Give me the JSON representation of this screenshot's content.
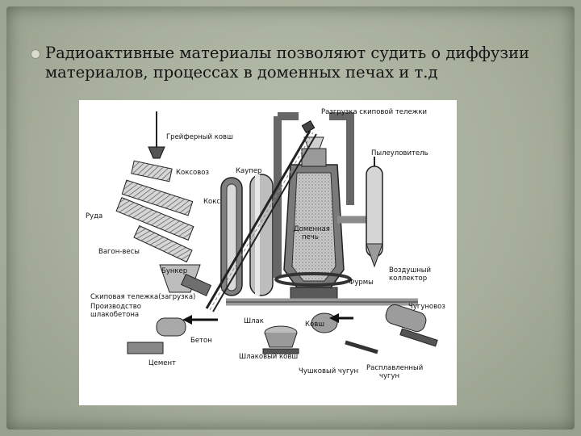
{
  "slide": {
    "bullet_text": "Радиоактивные материалы позволяют судить о диффузии материалов, процессах в доменных печах и т.д"
  },
  "diagram": {
    "labels": {
      "skip_unload": "Разгрузка скиповой тележки",
      "grab_bucket": "Грейферный ковш",
      "coke_car": "Коксовоз",
      "cowper": "Каупер",
      "dust_catcher": "Пылеуловитель",
      "coke": "Кокс",
      "ore": "Руда",
      "blast_furnace_1": "Доменная",
      "blast_furnace_2": "печь",
      "weigh_car": "Вагон-весы",
      "bunker": "Бункер",
      "air_collector_1": "Воздушный",
      "air_collector_2": "коллектор",
      "tuyeres": "Фурмы",
      "skip_car": "Скиповая тележка(загрузка)",
      "cast_iron_ladle": "Чугуновоз",
      "slag_concrete_1": "Производство",
      "slag_concrete_2": "шлакобетона",
      "slag": "Шлак",
      "ladle": "Ковш",
      "concrete": "Бетон",
      "cement": "Цемент",
      "slag_ladle": "Шлаковый ковш",
      "pig_iron": "Чушковый чугун",
      "molten_iron_1": "Расплавленный",
      "molten_iron_2": "чугун"
    }
  }
}
